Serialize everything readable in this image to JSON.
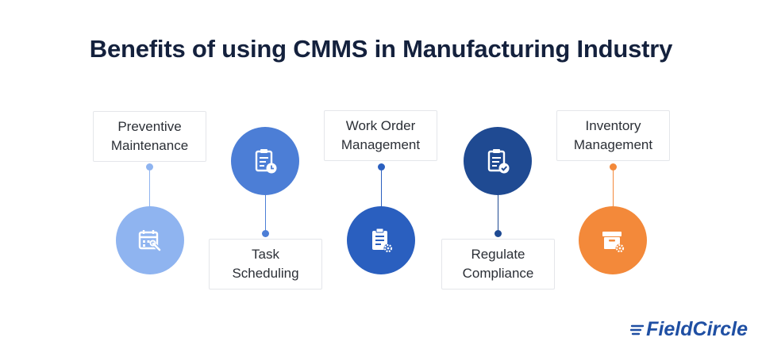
{
  "title": "Benefits of using CMMS in Manufacturing Industry",
  "items": [
    {
      "line1": "Preventive",
      "line2": "Maintenance",
      "icon": "calendar-wrench-icon",
      "color": "#8fb4f0"
    },
    {
      "line1": "Task",
      "line2": "Scheduling",
      "icon": "clipboard-clock-icon",
      "color": "#4c7ed6"
    },
    {
      "line1": "Work Order",
      "line2": "Management",
      "icon": "clipboard-gear-icon",
      "color": "#2a5fbf"
    },
    {
      "line1": "Regulate",
      "line2": "Compliance",
      "icon": "clipboard-check-icon",
      "color": "#1f4a92"
    },
    {
      "line1": "Inventory",
      "line2": "Management",
      "icon": "box-gear-icon",
      "color": "#f3893a"
    }
  ],
  "logo": {
    "text": "FieldCircle",
    "color": "#1f4fa3"
  }
}
